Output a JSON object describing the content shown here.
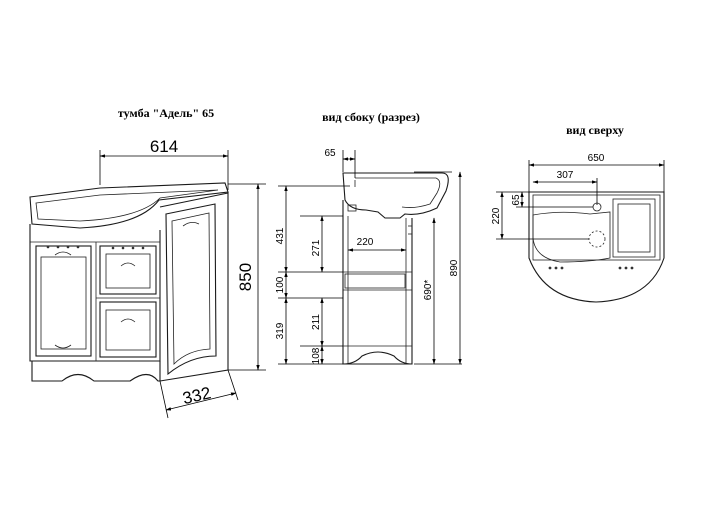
{
  "titles": {
    "front": "тумба \"Адель\" 65",
    "side": "вид сбоку (разрез)",
    "top": "вид сверху"
  },
  "front_dims": {
    "width": "614",
    "height": "850",
    "depth": "332"
  },
  "side_dims": {
    "top_offset": "65",
    "inner_depth": "220",
    "h431": "431",
    "h271": "271",
    "h100": "100",
    "h319": "319",
    "h211": "211",
    "h108": "108",
    "h690": "690*",
    "h890": "890"
  },
  "top_dims": {
    "width": "650",
    "w307": "307",
    "d65": "65",
    "d220": "220"
  }
}
